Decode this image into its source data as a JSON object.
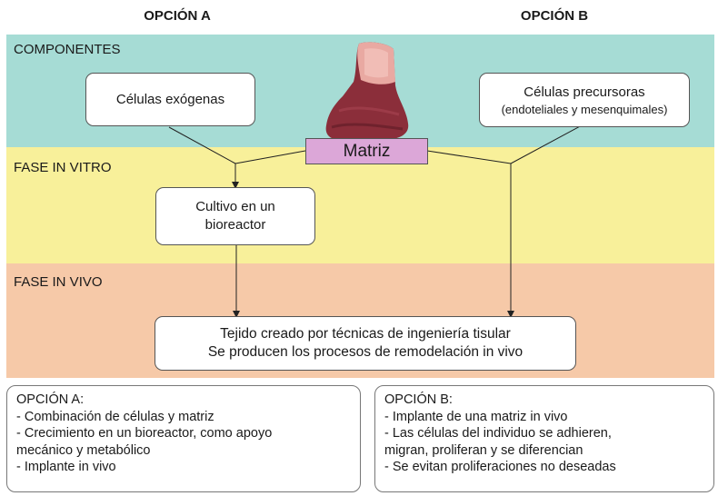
{
  "headers": {
    "option_a": "OPCIÓN A",
    "option_b": "OPCIÓN B"
  },
  "colors": {
    "components": "#a6dcd5",
    "in_vitro": "#f8f09a",
    "in_vivo": "#f6c9a8",
    "matrix": "#dca7d8",
    "scaffold_tissue": "#8b2e3a"
  },
  "bands": {
    "components": "COMPONENTES",
    "in_vitro": "FASE IN VITRO",
    "in_vivo": "FASE IN VIVO"
  },
  "nodes": {
    "exogenous_cells": "Células exógenas",
    "precursor_cells": "Células precursoras",
    "precursor_cells_detail": "(endoteliales y mesenquimales)",
    "matrix": "Matriz",
    "bioreactor_line1": "Cultivo en un",
    "bioreactor_line2": "bioreactor",
    "tissue_line1": "Tejido creado por técnicas de ingeniería tisular",
    "tissue_line2": "Se producen los procesos de remodelación in vivo"
  },
  "panels": {
    "a": {
      "title": "OPCIÓN A:",
      "lines": [
        "- Combinación de células y matriz",
        "- Crecimiento en un bioreactor, como apoyo",
        "mecánico y metabólico",
        "- Implante in vivo"
      ]
    },
    "b": {
      "title": "OPCIÓN B:",
      "lines": [
        "- Implante de una matriz in vivo",
        "- Las células del individuo se adhieren,",
        "migran, proliferan y se diferencian",
        "- Se evitan proliferaciones no deseadas"
      ]
    }
  }
}
